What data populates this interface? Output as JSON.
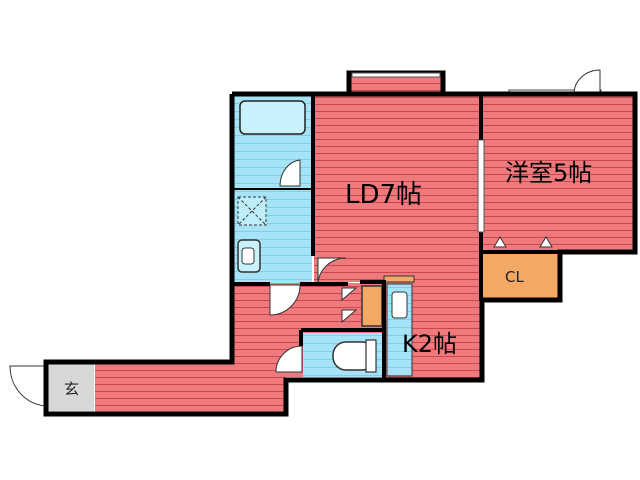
{
  "rooms": {
    "ld": "LD7帖",
    "western": "洋室5帖",
    "kitchen": "K2帖",
    "closet": "CL",
    "entrance": "玄"
  },
  "colors": {
    "floor_red": "#ee7a7e",
    "floor_line": "#c9474d",
    "wet_blue": "#a6e3f6",
    "wet_line": "#6cc3e2",
    "closet_orange": "#f3a964",
    "entrance_gray": "#d8d8d8",
    "wall": "#000000"
  }
}
